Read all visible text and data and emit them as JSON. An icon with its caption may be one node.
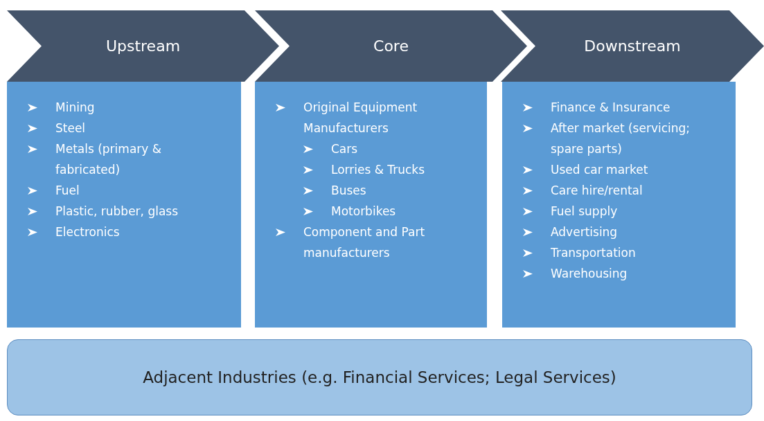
{
  "diagram": {
    "nodes": [
      {
        "text": [
          "Upstream"
        ]
      },
      {
        "text": [
          "Core"
        ]
      },
      {
        "text": [
          "Downstream"
        ]
      },
      {
        "text": [
          "Mining",
          "Steel",
          "Metals (primary & fabricated)",
          "Fuel",
          "Plastic, rubber, glass",
          "Electronics"
        ]
      },
      {
        "text": [
          "Original Equipment Manufacturers",
          "Cars",
          "Lorries & Trucks",
          "Buses",
          "Motorbikes",
          "Component and Part manufacturers"
        ]
      },
      {
        "text": [
          "Finance & Insurance",
          "After market (servicing; spare parts)",
          "Used car market",
          "Care hire/rental",
          "Fuel supply",
          "Advertising",
          "Transportation",
          "Warehousing"
        ]
      },
      {
        "text": [
          "Adjacent Industries (e.g. Financial Services; Legal Services)"
        ]
      }
    ],
    "edges": []
  }
}
